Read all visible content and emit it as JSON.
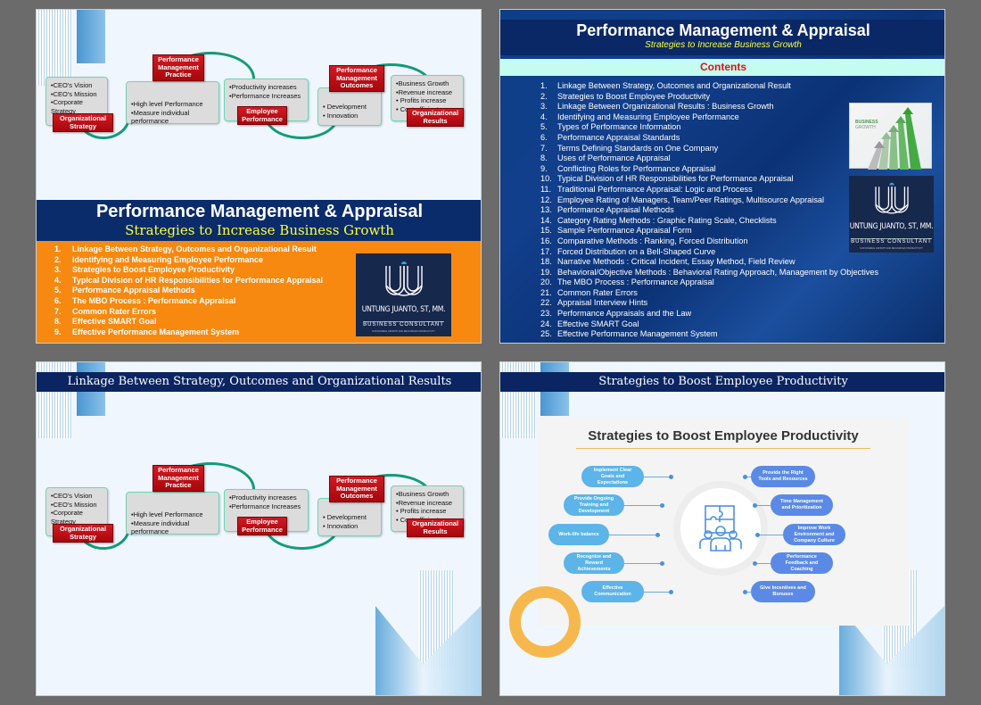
{
  "slide1": {
    "diagram": {
      "boxes": [
        {
          "items": [
            "•CEO's Vision",
            "•CEO's Mission",
            "•Corporate Strategy"
          ],
          "tag": "Organizational Strategy"
        },
        {
          "items": [
            "•High level Performance",
            "•Measure individual performance"
          ],
          "tag": "Performance Management Practice"
        },
        {
          "items": [
            "•Productivity increases",
            "•Performance Increases"
          ],
          "tag": "Employee Performance"
        },
        {
          "items": [
            "• Development",
            "• Innovation"
          ],
          "tag": "Performance Management Outcomes"
        },
        {
          "items": [
            "•Business Growth",
            "•Revenue increase",
            "• Profits increase",
            "• Cost efficient"
          ],
          "tag": "Organizational Results"
        }
      ]
    },
    "title": "Performance Management & Appraisal",
    "subtitle": "Strategies to Increase Business Growth",
    "agenda": [
      {
        "n": "1.",
        "text": "Linkage Between Strategy, Outcomes and Organizational Result"
      },
      {
        "n": "2.",
        "text": "Identifying and Measuring Employee Performance"
      },
      {
        "n": "3.",
        "text": "Strategies to Boost Employee Productivity"
      },
      {
        "n": "4.",
        "text": "Typical Division of HR Responsibilities for Performance Appraisal"
      },
      {
        "n": "5.",
        "text": "Performance Appraisal Methods"
      },
      {
        "n": "6.",
        "text": "The MBO Process : Performance Appraisal"
      },
      {
        "n": "7.",
        "text": "Common Rater Errors"
      },
      {
        "n": "8.",
        "text": "Effective SMART Goal"
      },
      {
        "n": "9.",
        "text": "Effective Performance Management System"
      }
    ],
    "logo": {
      "name": "UNTUNG JUANTO, ST, MM.",
      "role": "BUSINESS CONSULTANT",
      "tagline": "SUSTAINABLE GROWTH AND RESOURCES PRODUCTIVITY"
    }
  },
  "slide2": {
    "title": "Performance Management & Appraisal",
    "subtitle": "Strategies to Increase Business Growth",
    "contents_label": "Contents",
    "contents": [
      {
        "n": "1.",
        "text": "Linkage Between Strategy, Outcomes and Organizational Result"
      },
      {
        "n": "2.",
        "text": "Strategies to Boost Employee Productivity"
      },
      {
        "n": "3.",
        "text": "Linkage Between Organizational Results : Business Growth"
      },
      {
        "n": "4.",
        "text": "Identifying and Measuring Employee Performance"
      },
      {
        "n": "5.",
        "text": "Types of Performance Information"
      },
      {
        "n": "6.",
        "text": "Performance Appraisal Standards"
      },
      {
        "n": "7.",
        "text": "Terms Defining Standards on One Company"
      },
      {
        "n": "8.",
        "text": "Uses of Performance Appraisal"
      },
      {
        "n": "9.",
        "text": "Conflicting Roles for Performance Appraisal"
      },
      {
        "n": "10.",
        "text": "Typical Division of HR Responsibilities for Performance Appraisal"
      },
      {
        "n": "11.",
        "text": "Traditional Performance Appraisal: Logic and Process"
      },
      {
        "n": "12.",
        "text": "Employee Rating of Managers, Team/Peer Ratings, Multisource Appraisal"
      },
      {
        "n": "13.",
        "text": "Performance Appraisal Methods"
      },
      {
        "n": "14.",
        "text": "Category Rating Methods : Graphic Rating Scale, Checklists"
      },
      {
        "n": "15.",
        "text": "Sample Performance Appraisal Form"
      },
      {
        "n": "16.",
        "text": "Comparative Methods : Ranking, Forced Distribution"
      },
      {
        "n": "17.",
        "text": "Forced Distribution on a Bell-Shaped Curve"
      },
      {
        "n": "18.",
        "text": "Narrative Methods : Critical Incident, Essay Method, Field Review"
      },
      {
        "n": "19.",
        "text": "Behavioral/Objective Methods : Behavioral Rating Approach, Management by Objectives"
      },
      {
        "n": "20.",
        "text": "The MBO Process : Performance Appraisal"
      },
      {
        "n": "21.",
        "text": "Common Rater Errors"
      },
      {
        "n": "22.",
        "text": "Appraisal Interview Hints"
      },
      {
        "n": "23.",
        "text": "Performance Appraisals and the Law"
      },
      {
        "n": "24.",
        "text": "Effective SMART Goal"
      },
      {
        "n": "25.",
        "text": "Effective Performance Management System"
      }
    ],
    "growth_image_label": "BUSINESS GROWTH",
    "logo": {
      "name": "UNTUNG JUANTO, ST, MM.",
      "role": "BUSINESS CONSULTANT",
      "tagline": "SUSTAINABLE GROWTH AND RESOURCES PRODUCTIVITY"
    }
  },
  "slide3": {
    "title": "Linkage Between Strategy, Outcomes and Organizational Results"
  },
  "slide4": {
    "title": "Strategies to Boost Employee Productivity",
    "infographic_title": "Strategies to Boost Employee Productivity",
    "left": [
      "Implement Clear Goals and Expectations",
      "Provide Ongoing Training and Development",
      "Work-life balance",
      "Recognize and Reward Achievements",
      "Effective Communication"
    ],
    "right": [
      "Provide the Right Tools and Resources",
      "Time Management and Prioritization",
      "Improve Work Environment and Company Culture",
      "Performance Feedback and Coaching",
      "Give Incentives and Bonuses"
    ]
  },
  "colors": {
    "navy": "#0a2866",
    "orange": "#f78910",
    "red_tag": "#c40812",
    "teal_arrow": "#139a7b",
    "mint": "#c4fcf0",
    "yellow": "#ffff33"
  }
}
